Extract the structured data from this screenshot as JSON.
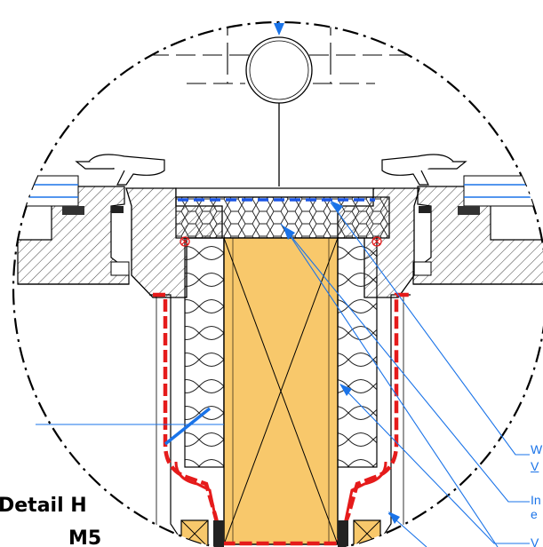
{
  "detail": {
    "title": "Detail H",
    "scale": "M5"
  },
  "callouts": [
    {
      "text": "W"
    },
    {
      "text": "V"
    },
    {
      "text": "In"
    },
    {
      "text": "e"
    },
    {
      "text": "V"
    }
  ],
  "colors": {
    "annotation_blue": "#1a73e8",
    "arrow_blue": "#1a73e8",
    "membrane_red": "#e51b1b",
    "timber_fill": "#f8c86b",
    "line_black": "#000000",
    "hatch_gray": "#555555"
  }
}
